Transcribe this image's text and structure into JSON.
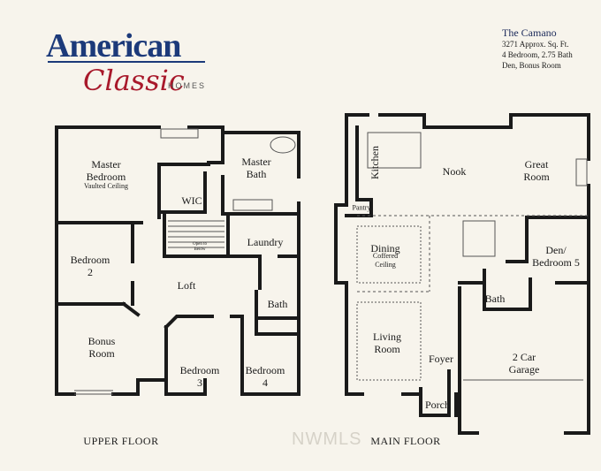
{
  "brand": {
    "line1": "American",
    "line2": "Classic",
    "line3": "HOMES"
  },
  "plan_info": {
    "name": "The Camano",
    "sqft": "3271 Approx. Sq. Ft.",
    "rooms": "4 Bedroom, 2.75 Bath",
    "extras": "Den, Bonus Room"
  },
  "watermark": "NWMLS",
  "upper_floor": {
    "title": "UPPER FLOOR",
    "rooms": {
      "master_bedroom": "Master\nBedroom",
      "vaulted": "Vaulted Ceiling",
      "master_bath": "Master\nBath",
      "wic": "WIC",
      "laundry": "Laundry",
      "bedroom2": "Bedroom\n2",
      "loft": "Loft",
      "open_below": "Open to\nBelow",
      "bath": "Bath",
      "bonus_room": "Bonus\nRoom",
      "bedroom3": "Bedroom\n3",
      "bedroom4": "Bedroom\n4"
    }
  },
  "main_floor": {
    "title": "MAIN FLOOR",
    "rooms": {
      "kitchen": "Kitchen",
      "pantry": "Pantry",
      "nook": "Nook",
      "great_room": "Great\nRoom",
      "dining": "Dining",
      "coffered": "Coffered\nCeiling",
      "den": "Den/\nBedroom 5",
      "bath": "Bath",
      "living_room": "Living\nRoom",
      "foyer": "Foyer",
      "garage": "2 Car\nGarage",
      "porch": "Porch"
    }
  }
}
